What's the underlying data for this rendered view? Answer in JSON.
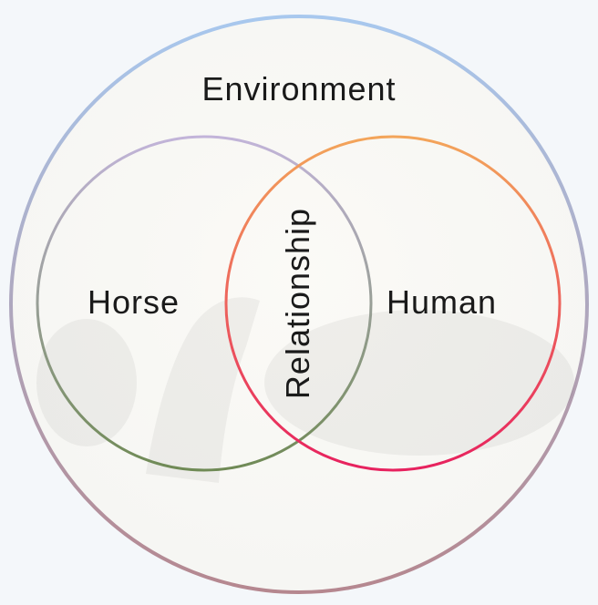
{
  "diagram": {
    "outer": {
      "label": "Environment"
    },
    "left": {
      "label": "Horse"
    },
    "right": {
      "label": "Human"
    },
    "overlap": {
      "label": "Relationship"
    }
  },
  "colors": {
    "background": "#f4f7fa",
    "outer_top": "#a8c8ee",
    "outer_bottom": "#b5878f",
    "left_top": "#c2b4d9",
    "left_bottom": "#6f8a55",
    "right_top": "#f3a55a",
    "right_bottom": "#e7215e"
  }
}
